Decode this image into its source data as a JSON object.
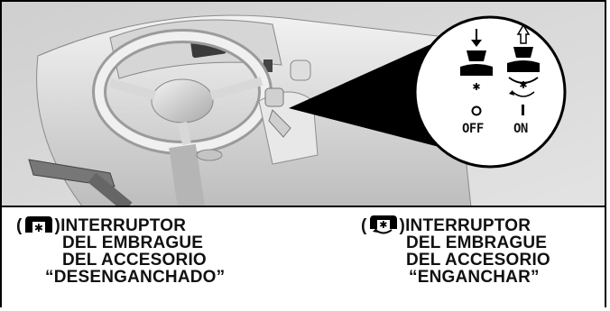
{
  "figure": {
    "switch_off_label": "OFF",
    "switch_on_label": "ON",
    "switch_off_symbol": "O",
    "switch_on_symbol": "I"
  },
  "captions": {
    "disengaged": {
      "open_paren": "(",
      "close_paren": ")",
      "line1": "INTERRUPTOR",
      "line2": "DEL EMBRAGUE",
      "line3": "DEL ACCESORIO",
      "line4": "“DESENGANCHADO”"
    },
    "engaged": {
      "open_paren": "(",
      "close_paren": ")",
      "line1": "INTERRUPTOR",
      "line2": "DEL EMBRAGUE",
      "line3": "DEL ACCESORIO",
      "line4": "“ENGANCHAR”"
    }
  },
  "icons": {
    "disengaged_icon": "pto-switch-disengaged-icon",
    "engaged_icon": "pto-switch-engaged-icon"
  }
}
